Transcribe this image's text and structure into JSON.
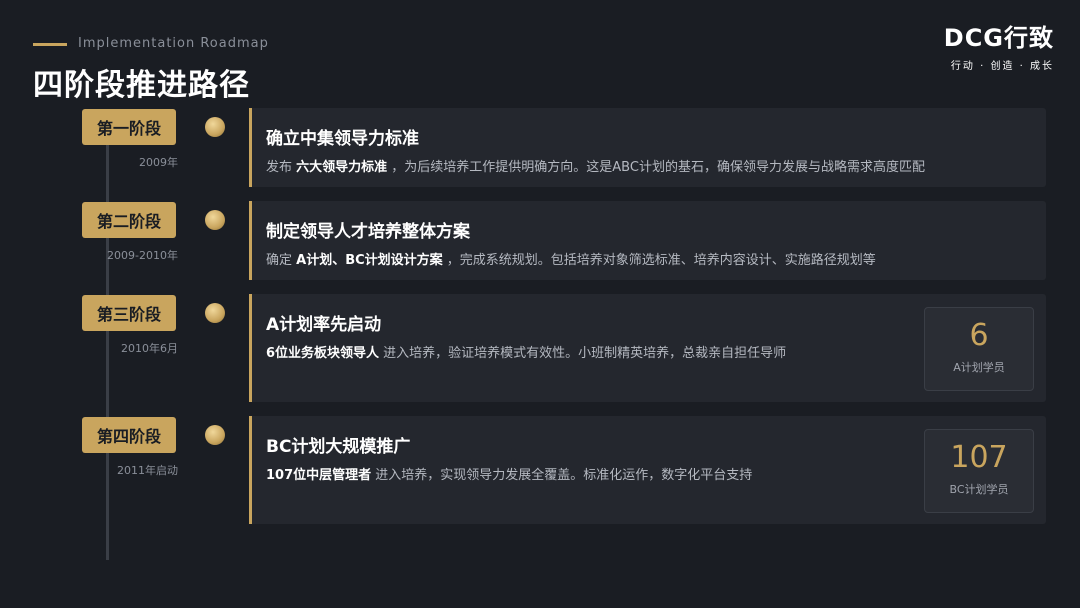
{
  "header": {
    "subtitle": "Implementation Roadmap",
    "title": "四阶段推进路径"
  },
  "logo": {
    "main": "DCG行致",
    "tagline": "行动 · 创造 · 成长"
  },
  "stages": [
    {
      "label": "第一阶段",
      "date": "2009年",
      "title": "确立中集领导力标准",
      "desc_pre": "发布 ",
      "desc_bold": "六大领导力标准",
      "desc_post": " ，为后续培养工作提供明确方向。这是ABC计划的基石，确保领导力发展与战略需求高度匹配"
    },
    {
      "label": "第二阶段",
      "date": "2009-2010年",
      "title": "制定领导人才培养整体方案",
      "desc_pre": "确定 ",
      "desc_bold": "A计划、BC计划设计方案",
      "desc_post": " ，完成系统规划。包括培养对象筛选标准、培养内容设计、实施路径规划等"
    },
    {
      "label": "第三阶段",
      "date": "2010年6月",
      "title": "A计划率先启动",
      "desc_pre": "",
      "desc_bold": "6位业务板块领导人",
      "desc_post": " 进入培养，验证培养模式有效性。小班制精英培养，总裁亲自担任导师",
      "stat_value": "6",
      "stat_label": "A计划学员"
    },
    {
      "label": "第四阶段",
      "date": "2011年启动",
      "title": "BC计划大规模推广",
      "desc_pre": "",
      "desc_bold": "107位中层管理者",
      "desc_post": " 进入培养，实现领导力发展全覆盖。标准化运作，数字化平台支持",
      "stat_value": "107",
      "stat_label": "BC计划学员"
    }
  ],
  "colors": {
    "accent": "#c9a55e",
    "background": "#1a1d23",
    "card": "#24272e"
  }
}
